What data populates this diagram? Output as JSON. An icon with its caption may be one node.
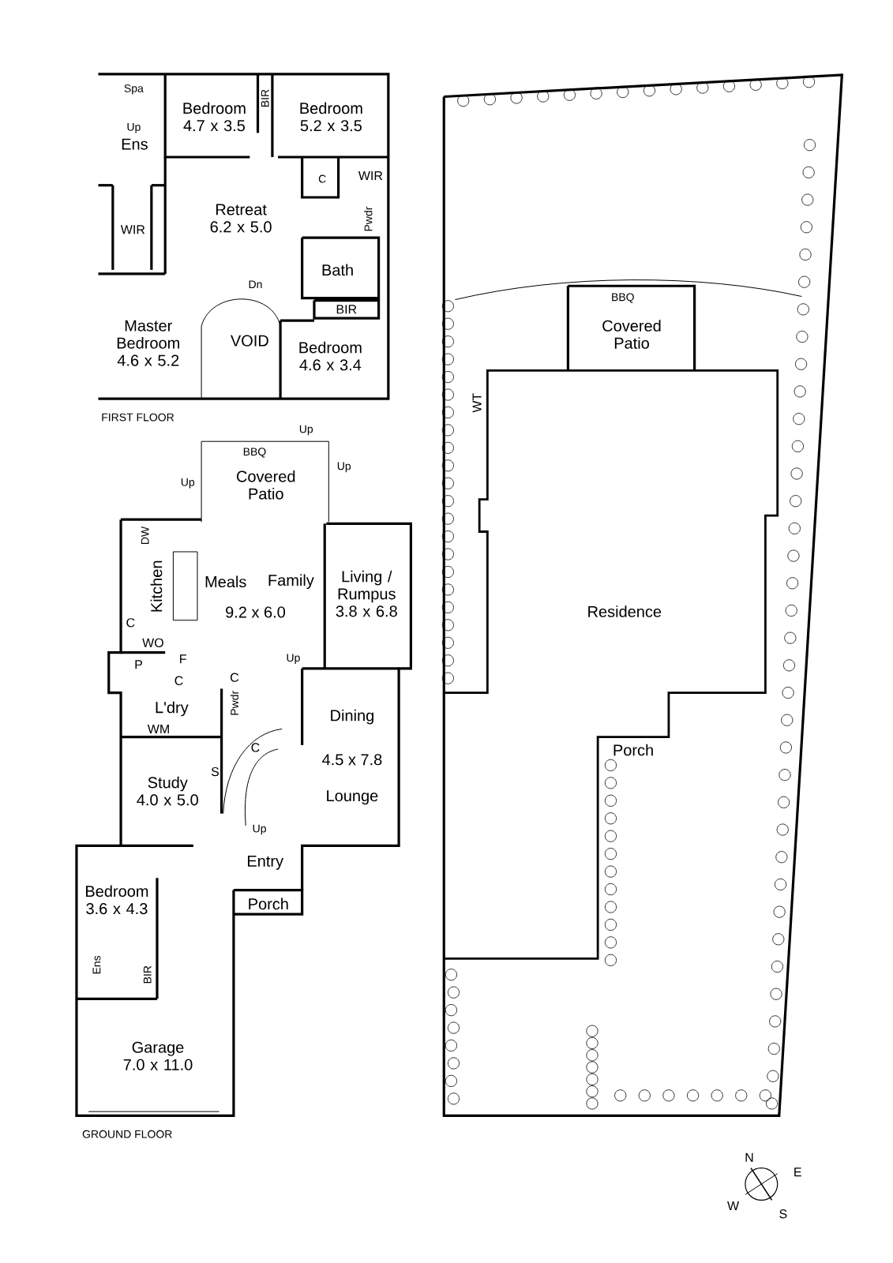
{
  "diagram": {
    "labels": [
      "Spa",
      "Up",
      "Ens",
      "Bedroom 4.7 x 3.5",
      "BIR",
      "Bedroom 5.2 x 3.5",
      "C",
      "WIR",
      "Retreat 6.2 x 5.0",
      "WIR",
      "Pwdr",
      "Bath",
      "Dn",
      "BIR",
      "Master Bedroom 4.6 x 5.2",
      "VOID",
      "Bedroom 4.6 x 3.4",
      "FIRST FLOOR",
      "BBQ",
      "Covered Patio",
      "WT",
      "Residence",
      "Porch",
      "Up",
      "BBQ",
      "Covered Patio",
      "Up",
      "Up",
      "DW",
      "Kitchen",
      "Meals",
      "Family",
      "9.2 x 6.0",
      "Living / Rumpus 3.8 x 6.8",
      "C",
      "WO",
      "P",
      "F",
      "C",
      "Up",
      "C",
      "Pwdr",
      "L'dry",
      "WM",
      "Dining",
      "4.5 x 7.8",
      "C",
      "Lounge",
      "Study 4.0 x 5.0",
      "S",
      "Up",
      "Entry",
      "Bedroom 3.6 x 4.3",
      "Porch",
      "Ens",
      "BIR",
      "Garage 7.0 x 11.0",
      "GROUND FLOOR",
      "N",
      "E",
      "W",
      "S"
    ]
  }
}
